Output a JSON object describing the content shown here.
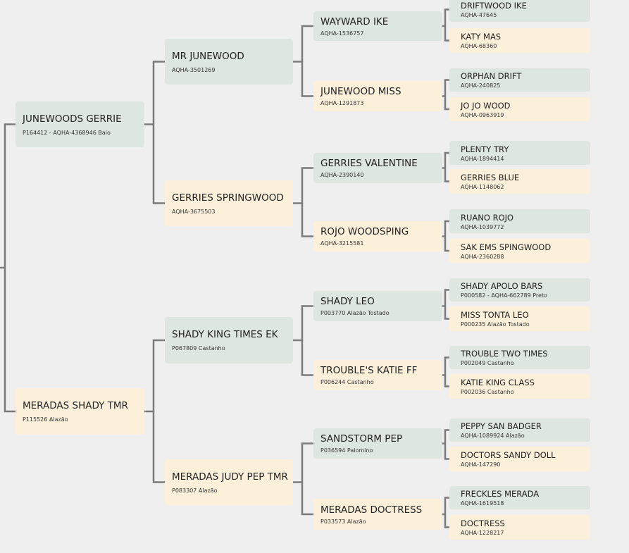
{
  "pedigree": {
    "sire": {
      "name": "JUNEWOODS GERRIE",
      "info": "P164412 - AQHA-4368946 Baio",
      "sire": {
        "name": "MR JUNEWOOD",
        "info": "AQHA-3501269",
        "sire": {
          "name": "WAYWARD IKE",
          "info": "AQHA-1536757",
          "sire": {
            "name": "DRIFTWOOD IKE",
            "info": "AQHA-47645"
          },
          "dam": {
            "name": "KATY MAS",
            "info": "AQHA-68360"
          }
        },
        "dam": {
          "name": "JUNEWOOD MISS",
          "info": "AQHA-1291873",
          "sire": {
            "name": "ORPHAN DRIFT",
            "info": "AQHA-240825"
          },
          "dam": {
            "name": "JO JO WOOD",
            "info": "AQHA-0963919"
          }
        }
      },
      "dam": {
        "name": "GERRIES SPRINGWOOD",
        "info": "AQHA-3675503",
        "sire": {
          "name": "GERRIES VALENTINE",
          "info": "AQHA-2390140",
          "sire": {
            "name": "PLENTY TRY",
            "info": "AQHA-1894414"
          },
          "dam": {
            "name": "GERRIES BLUE",
            "info": "AQHA-1148062"
          }
        },
        "dam": {
          "name": "ROJO WOODSPING",
          "info": "AQHA-3215581",
          "sire": {
            "name": "RUANO ROJO",
            "info": "AQHA-1039772"
          },
          "dam": {
            "name": "SAK EMS SPINGWOOD",
            "info": "AQHA-2360288"
          }
        }
      }
    },
    "dam": {
      "name": "MERADAS SHADY TMR",
      "info": "P115526 Alazão",
      "sire": {
        "name": "SHADY KING TIMES EK",
        "info": "P067809 Castanho",
        "sire": {
          "name": "SHADY LEO",
          "info": "P003770 Alazão Tostado",
          "sire": {
            "name": "SHADY APOLO BARS",
            "info": "P000582 - AQHA-662789 Preto"
          },
          "dam": {
            "name": "MISS TONTA LEO",
            "info": "P000235 Alazão Tostado"
          }
        },
        "dam": {
          "name": "TROUBLE'S KATIE FF",
          "info": "P006244 Castanho",
          "sire": {
            "name": "TROUBLE TWO TIMES",
            "info": "P002049 Castanho"
          },
          "dam": {
            "name": "KATIE KING CLASS",
            "info": "P002036 Castanho"
          }
        }
      },
      "dam": {
        "name": "MERADAS JUDY PEP TMR",
        "info": "P083307 Alazão",
        "sire": {
          "name": "SANDSTORM PEP",
          "info": "P036594 Palomino",
          "sire": {
            "name": "PEPPY SAN BADGER",
            "info": "AQHA-1089924 Alazão"
          },
          "dam": {
            "name": "DOCTORS SANDY DOLL",
            "info": "AQHA-147290"
          }
        },
        "dam": {
          "name": "MERADAS DOCTRESS",
          "info": "P033573 Alazão",
          "sire": {
            "name": "FRECKLES MERADA",
            "info": "AQHA-1619518"
          },
          "dam": {
            "name": "DOCTRESS",
            "info": "AQHA-1228217"
          }
        }
      }
    }
  }
}
